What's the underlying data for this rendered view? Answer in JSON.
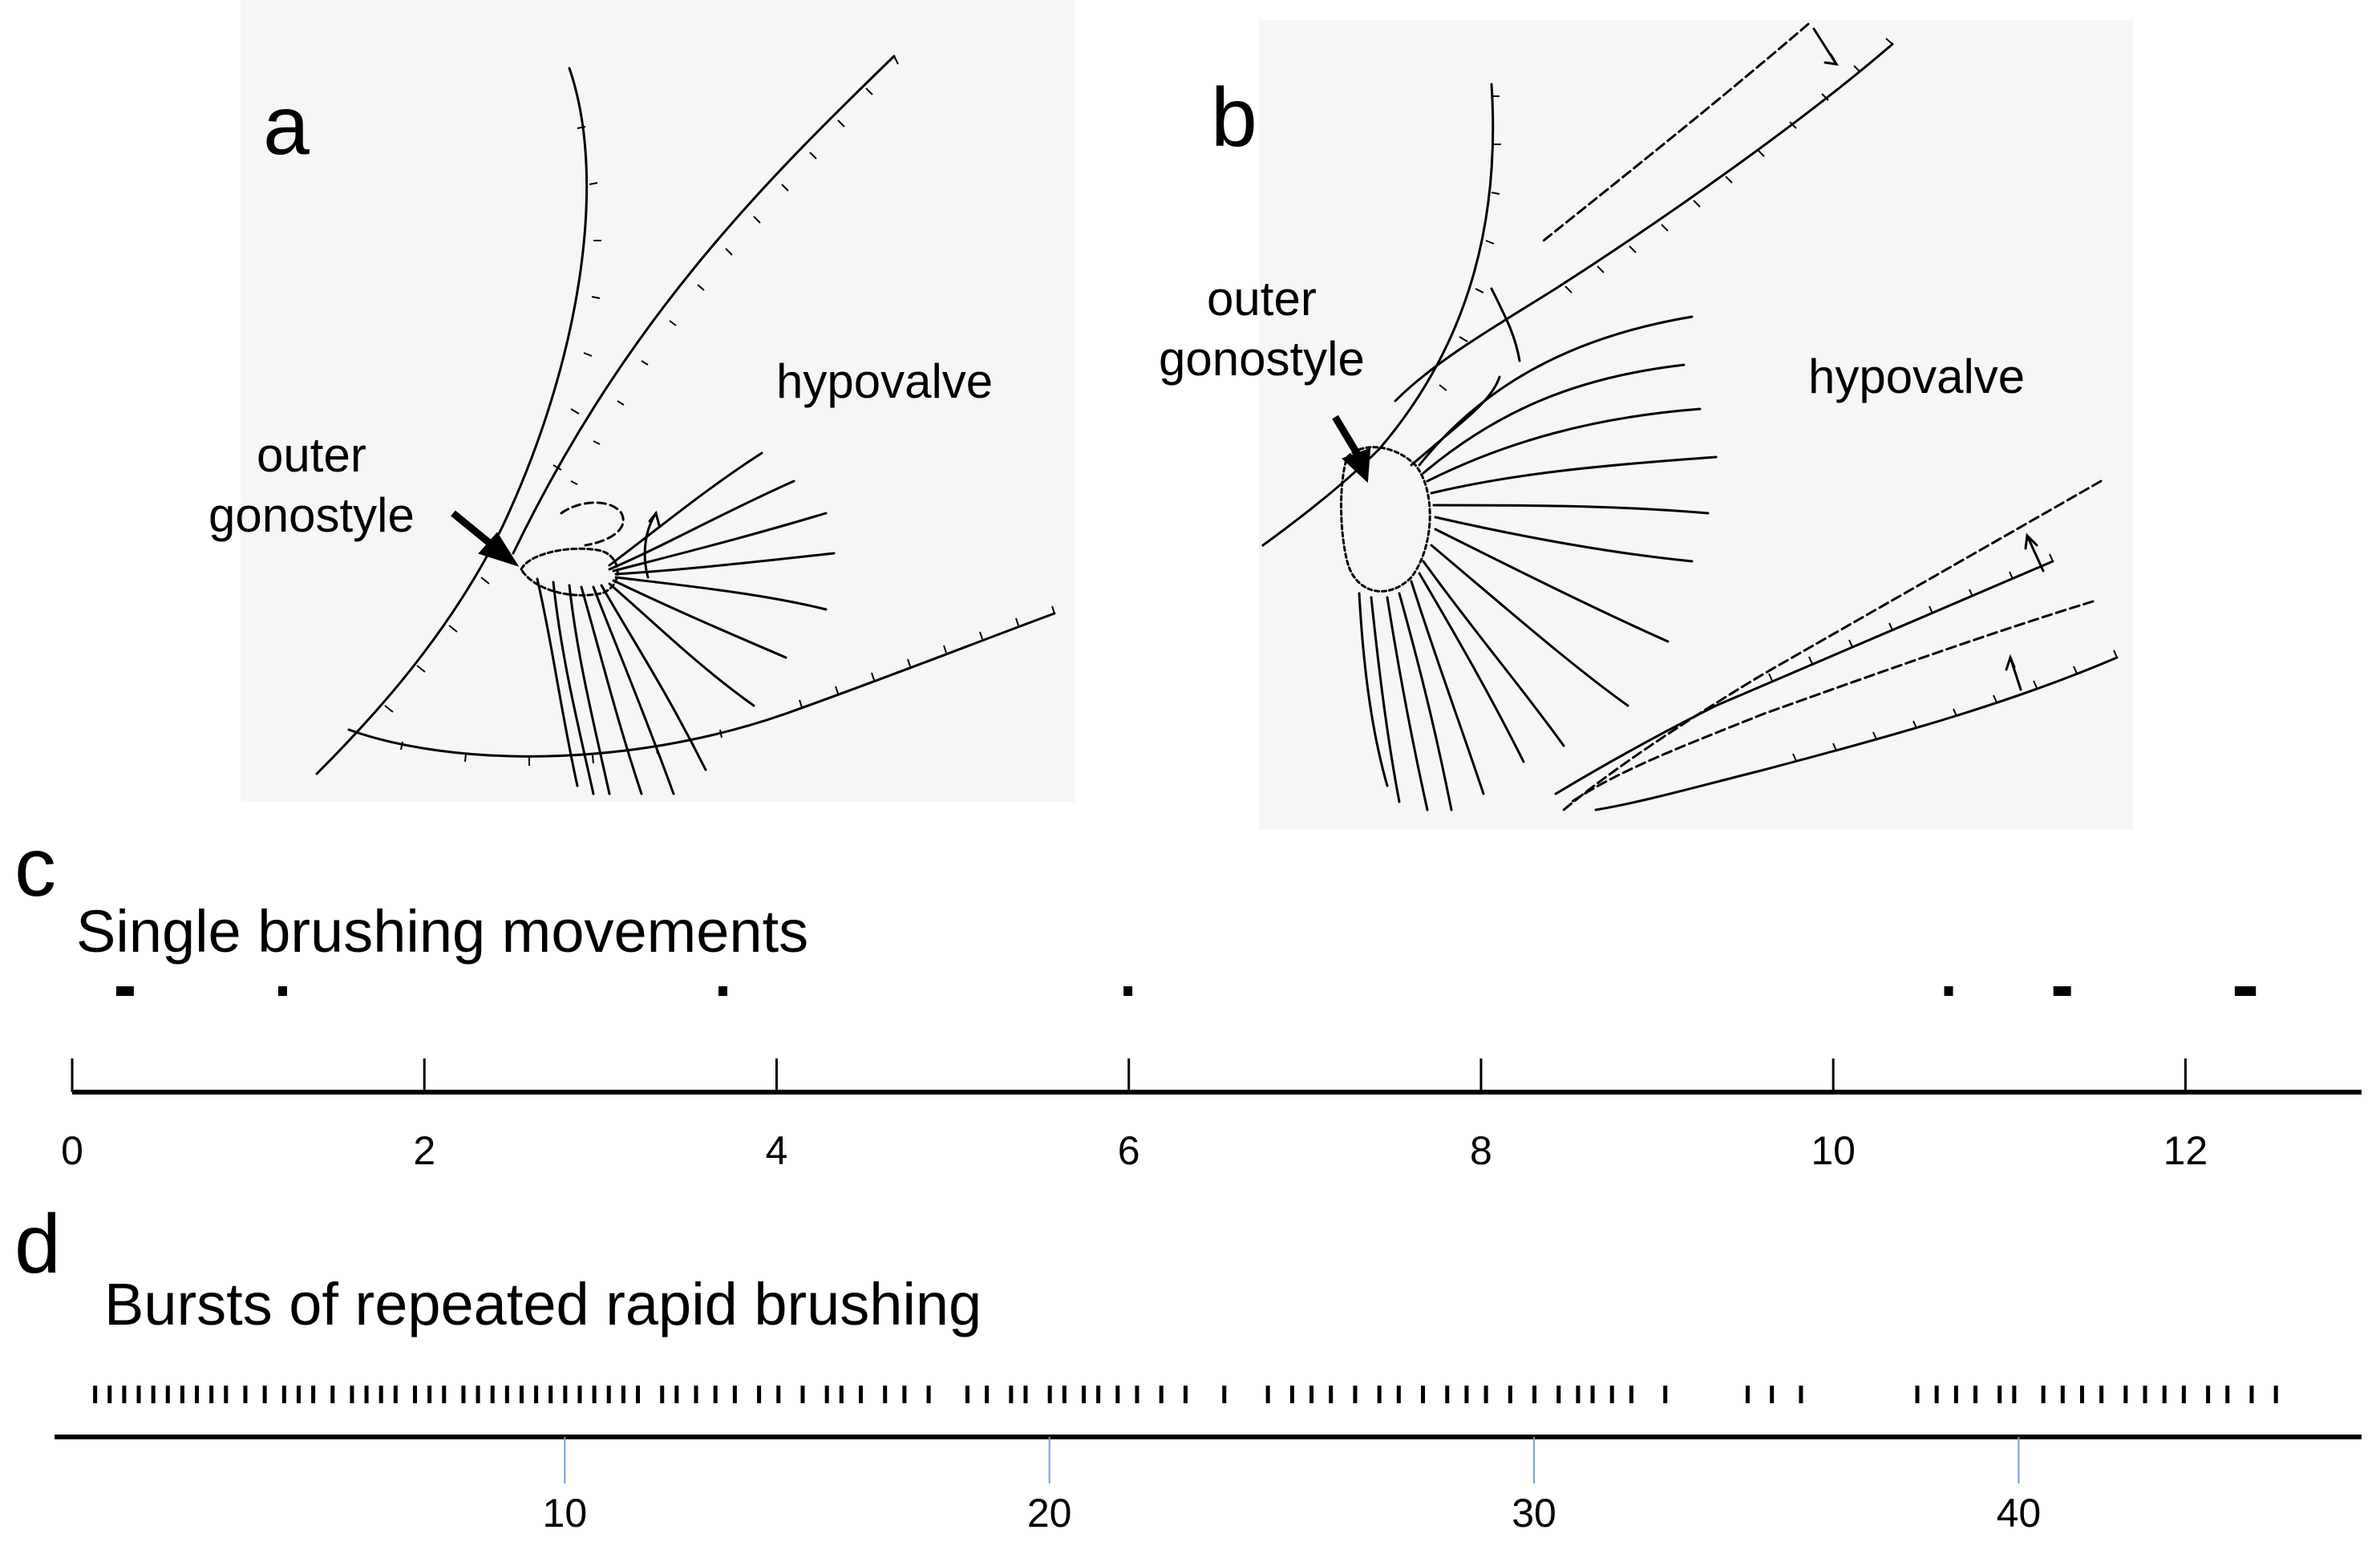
{
  "panels": {
    "a": {
      "letter": "a",
      "label_outer_line1": "outer",
      "label_outer_line2": "gonostyle",
      "label_hypovalve": "hypovalve"
    },
    "b": {
      "letter": "b",
      "label_outer_line1": "outer",
      "label_outer_line2": "gonostyle",
      "label_hypovalve": "hypovalve"
    },
    "c": {
      "letter": "c"
    },
    "d": {
      "letter": "d"
    }
  },
  "chart_data": [
    {
      "type": "scatter",
      "panel": "c",
      "title": "Single brushing movements",
      "xlabel": "",
      "ylabel": "",
      "xlim": [
        0,
        13
      ],
      "x_ticks": [
        0,
        2,
        4,
        6,
        8,
        10,
        12
      ],
      "grid": false,
      "events": [
        {
          "start": 0.25,
          "end": 0.35
        },
        {
          "start": 1.17,
          "end": 1.22
        },
        {
          "start": 3.67,
          "end": 3.72
        },
        {
          "start": 5.97,
          "end": 6.02
        },
        {
          "start": 10.63,
          "end": 10.68
        },
        {
          "start": 11.25,
          "end": 11.35
        },
        {
          "start": 12.28,
          "end": 12.4
        }
      ]
    },
    {
      "type": "scatter",
      "panel": "d",
      "title": "Bursts of repeated rapid brushing",
      "xlabel": "",
      "ylabel": "",
      "xlim": [
        0,
        46
      ],
      "x_ticks": [
        10,
        20,
        30,
        40
      ],
      "grid": false,
      "events": [
        0.3,
        0.6,
        0.9,
        1.2,
        1.5,
        1.8,
        2.1,
        2.4,
        2.7,
        3.0,
        3.4,
        3.8,
        4.2,
        4.5,
        4.8,
        5.2,
        5.6,
        5.9,
        6.2,
        6.5,
        6.9,
        7.2,
        7.5,
        7.9,
        8.2,
        8.5,
        8.8,
        9.1,
        9.4,
        9.7,
        10.0,
        10.3,
        10.6,
        10.9,
        11.2,
        11.5,
        12.0,
        12.3,
        12.7,
        13.1,
        13.5,
        14.0,
        14.4,
        14.9,
        15.4,
        15.7,
        16.1,
        16.6,
        17.0,
        17.5,
        18.3,
        18.7,
        19.2,
        19.5,
        20.0,
        20.3,
        20.7,
        21.0,
        21.4,
        21.8,
        22.3,
        22.8,
        23.6,
        24.5,
        25.0,
        25.4,
        25.8,
        26.3,
        26.8,
        27.2,
        27.7,
        28.2,
        28.6,
        29.0,
        29.5,
        30.0,
        30.5,
        30.9,
        31.2,
        31.6,
        32.0,
        32.7,
        34.4,
        34.9,
        35.5,
        37.9,
        38.3,
        38.7,
        39.1,
        39.6,
        39.9,
        40.5,
        40.9,
        41.3,
        41.7,
        42.2,
        42.6,
        43.0,
        43.4,
        43.9,
        44.3,
        44.8,
        45.3
      ]
    }
  ]
}
